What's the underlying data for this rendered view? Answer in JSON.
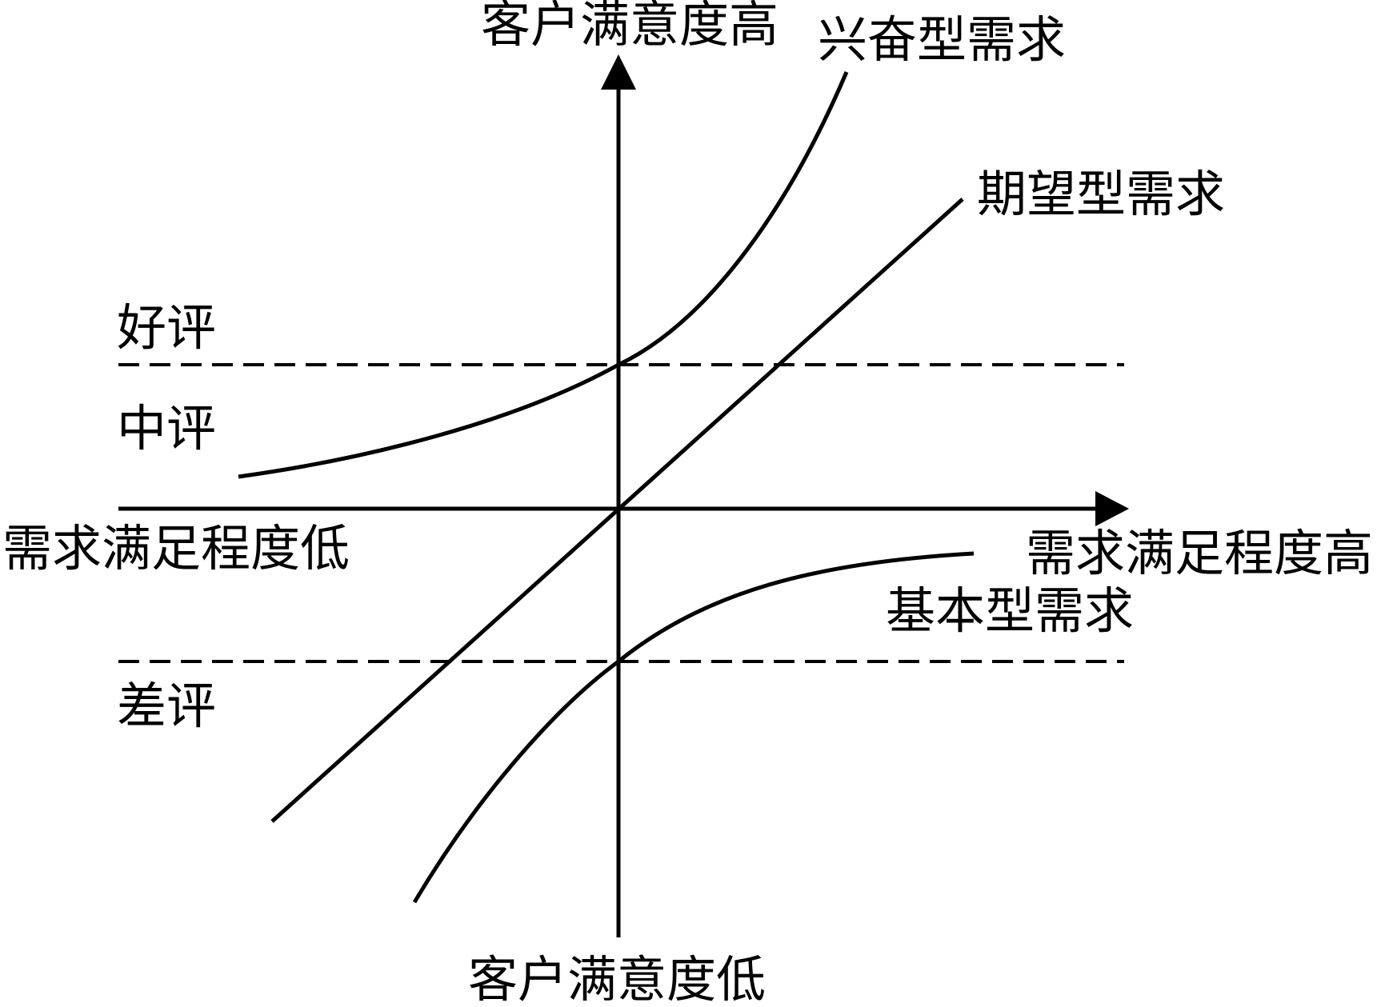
{
  "axes": {
    "y_top_label": "客户满意度高",
    "y_bottom_label": "客户满意度低",
    "x_left_label": "需求满足程度低",
    "x_right_label": "需求满足程度高"
  },
  "curves": {
    "excitement": "兴奋型需求",
    "performance": "期望型需求",
    "basic": "基本型需求"
  },
  "zones": {
    "good": "好评",
    "neutral": "中评",
    "bad": "差评"
  },
  "colors": {
    "line": "#000000",
    "background": "#ffffff"
  }
}
